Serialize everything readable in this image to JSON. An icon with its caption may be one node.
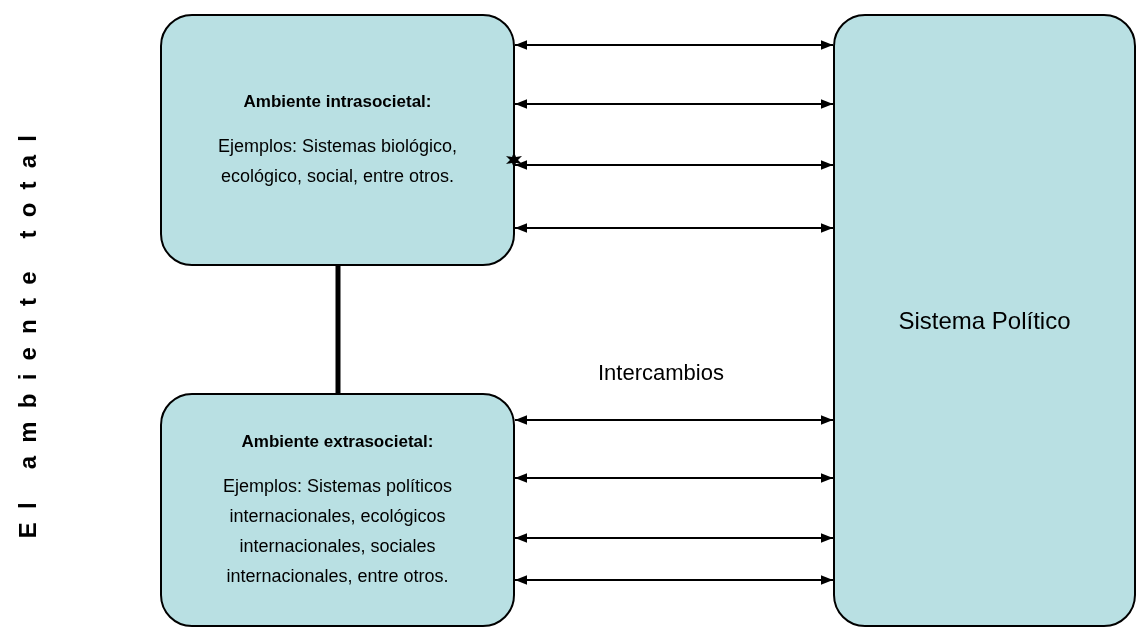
{
  "diagram": {
    "nodes": [
      {
        "text": [
          "Ambiente intrasocietal:",
          "Ejemplos: Sistemas biológico, ecológico, social, entre otros."
        ]
      },
      {
        "text": [
          "Ambiente extrasocietal:",
          "Ejemplos: Sistemas políticos internacionales, ecológicos internacionales, sociales internacionales, entre otros."
        ]
      },
      {
        "text": [
          "Sistema Político"
        ]
      }
    ],
    "edges": [
      {
        "from": 0,
        "to": 2,
        "arrow": "both"
      },
      {
        "from": 0,
        "to": 2,
        "arrow": "both"
      },
      {
        "from": 0,
        "to": 2,
        "arrow": "both"
      },
      {
        "from": 0,
        "to": 2,
        "arrow": "both"
      },
      {
        "from": 0,
        "to": 1,
        "arrow": "none",
        "style": "thick"
      },
      {
        "from": 1,
        "to": 2,
        "arrow": "both"
      },
      {
        "from": 1,
        "to": 2,
        "arrow": "both"
      },
      {
        "from": 1,
        "to": 2,
        "arrow": "both"
      },
      {
        "from": 1,
        "to": 2,
        "arrow": "both"
      }
    ],
    "labels": [
      "El ambiente total",
      "Intercambios"
    ]
  }
}
